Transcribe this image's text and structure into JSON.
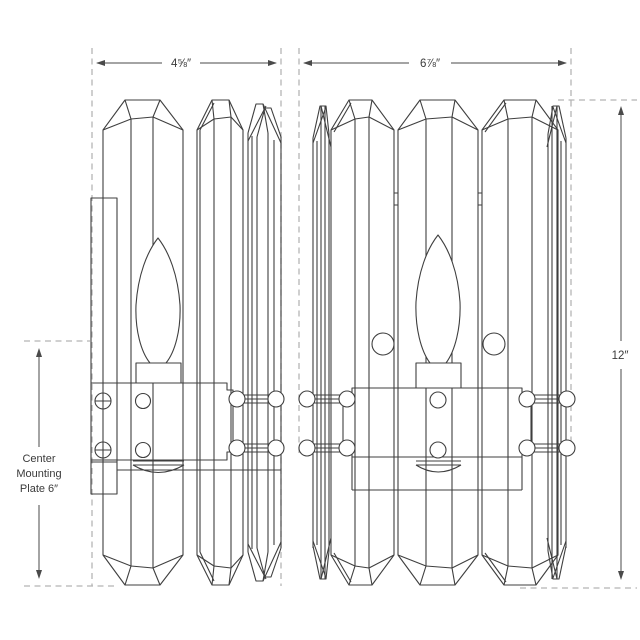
{
  "figure": {
    "background": "#ffffff",
    "line_color": "#3f3f3f",
    "dash_color": "#b5b5b5",
    "text_color": "#3a3a3a",
    "subject": "two-view crystal wall sconce technical dimension drawing",
    "dimensions": {
      "side_width": "4⅝″",
      "front_width": "6⅞″",
      "height": "12″",
      "plate_label_line1": "Center",
      "plate_label_line2": "Mounting",
      "plate_label_line3": "Plate 6″"
    }
  }
}
